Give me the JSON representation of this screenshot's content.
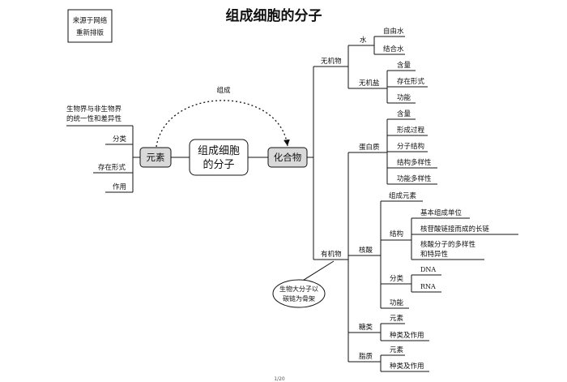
{
  "title": "组成细胞的分子",
  "source_box": {
    "line1": "来源于网络",
    "line2": "重新排版"
  },
  "center": {
    "line1": "组成细胞",
    "line2": "的分子"
  },
  "left": {
    "node": "元素",
    "items": [
      "生物界与非生物界",
      "的统一性和差异性",
      "分类",
      "存在形式",
      "作用"
    ]
  },
  "link_label": "组成",
  "right": {
    "node": "化合物",
    "inorganic": {
      "label": "无机物",
      "water": {
        "label": "水",
        "items": [
          "自由水",
          "结合水"
        ]
      },
      "salt": {
        "label": "无机盐",
        "items": [
          "含量",
          "存在形式",
          "功能"
        ]
      }
    },
    "organic": {
      "label": "有机物",
      "protein": {
        "label": "蛋白质",
        "items": [
          "含量",
          "形成过程",
          "分子结构",
          "结构多样性",
          "功能多样性"
        ]
      },
      "nucleic": {
        "label": "核酸",
        "composition": "组成元素",
        "structure": {
          "label": "结构",
          "items": [
            "基本组成单位",
            "核苷酸链接而成的长链",
            "核酸分子的多样性",
            "和特异性"
          ]
        },
        "types": {
          "label": "分类",
          "items": [
            "DNA",
            "RNA"
          ]
        },
        "function": "功能"
      },
      "sugar": {
        "label": "糖类",
        "items": [
          "元素",
          "种类及作用"
        ]
      },
      "lipid": {
        "label": "脂质",
        "items": [
          "元素",
          "种类及作用"
        ]
      }
    }
  },
  "callout": {
    "line1": "生物大分子以",
    "line2": "碳链为骨架"
  },
  "page_number": "1/20"
}
